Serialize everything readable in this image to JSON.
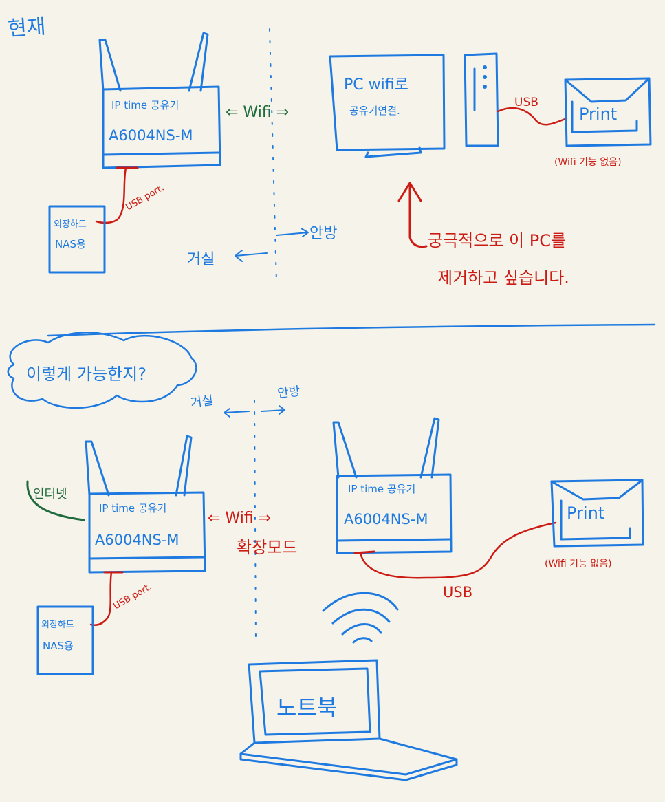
{
  "colors": {
    "background": "#f6f4ea",
    "blue": "#1e7ae0",
    "red": "#cc1b14",
    "green": "#1f6b3c"
  },
  "top": {
    "label": "현재",
    "router": {
      "line1": "IP time 공유기",
      "line2": "A6004NS-M"
    },
    "link_wifi": "⇐ Wifi ⇒",
    "pc_screen": {
      "line1": "PC wifi로",
      "line2": "공유기연결."
    },
    "usb_label": "USB",
    "printer": {
      "label": "Print",
      "note": "(Wifi 기능 없음)"
    },
    "router_usb": "USB port.",
    "nas": {
      "line1": "외장하드",
      "line2": "NAS용"
    },
    "room_right": "안방",
    "room_left": "거실",
    "goal": {
      "line1": "궁극적으로 이 PC를",
      "line2": "제거하고 싶습니다."
    }
  },
  "bottom": {
    "cloud_label": "이렇게 가능한지?",
    "room_left": "거실",
    "room_right": "안방",
    "internet": "인터넷",
    "router_left": {
      "line1": "IP time 공유기",
      "line2": "A6004NS-M"
    },
    "router_right": {
      "line1": "IP time 공유기",
      "line2": "A6004NS-M"
    },
    "link_wifi": "⇐ Wifi ⇒",
    "link_mode": "확장모드",
    "router_usb": "USB port.",
    "nas": {
      "line1": "외장하드",
      "line2": "NAS용"
    },
    "printer": {
      "label": "Print",
      "note": "(Wifi 기능 없음)"
    },
    "usb_label": "USB",
    "laptop": "노트북"
  }
}
